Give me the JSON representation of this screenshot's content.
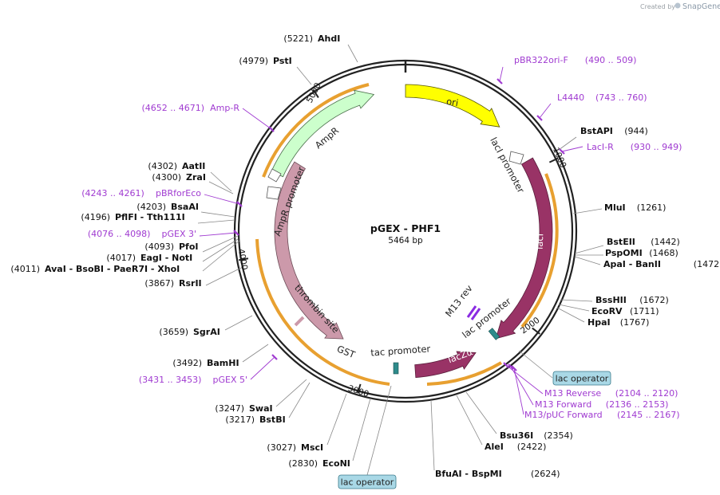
{
  "credit": {
    "prefix": "Created by",
    "brand": "SnapGene"
  },
  "plasmid": {
    "name": "pGEX - PHF1",
    "length_label": "5464 bp",
    "length": 5464
  },
  "ticks": [
    {
      "label": "1000",
      "pos": 1000
    },
    {
      "label": "2000",
      "pos": 2000
    },
    {
      "label": "3000",
      "pos": 3000
    },
    {
      "label": "4000",
      "pos": 4000
    },
    {
      "label": "5000",
      "pos": 5000
    }
  ],
  "features": [
    {
      "name": "ori",
      "type": "arrow",
      "color": "#ffff00",
      "stroke": "#555500",
      "text_color": "#222"
    },
    {
      "name": "AmpR",
      "type": "arrow",
      "color": "#ccffcc",
      "stroke": "#4a6e4a",
      "text_color": "#222"
    },
    {
      "name": "AmpR promoter",
      "type": "promoter",
      "color": "#ffffff",
      "stroke": "#555555",
      "text_color": "#222"
    },
    {
      "name": "lacI promoter",
      "type": "promoter",
      "color": "#ffffff",
      "stroke": "#555555",
      "text_color": "#222"
    },
    {
      "name": "lacI",
      "type": "arrow",
      "color": "#993366",
      "stroke": "#5a1e3c",
      "text_color": "#ffffff"
    },
    {
      "name": "M13 rev",
      "type": "small",
      "color": "#8a2be2",
      "text_color": "#222"
    },
    {
      "name": "lac promoter",
      "type": "promoter",
      "color": "#2e8b8b",
      "text_color": "#222"
    },
    {
      "name": "lacZα",
      "type": "arrow",
      "color": "#993366",
      "stroke": "#5a1e3c",
      "text_color": "#ffffff"
    },
    {
      "name": "tac promoter",
      "type": "promoter",
      "color": "#2e8b8b",
      "text_color": "#222"
    },
    {
      "name": "GST",
      "type": "arrow",
      "color": "#cc99aa",
      "stroke": "#6a4a55",
      "text_color": "#222"
    },
    {
      "name": "thrombin site",
      "type": "small",
      "color": "#cc99aa",
      "text_color": "#222"
    }
  ],
  "sites": [
    {
      "pos": "(5221)",
      "name": "AhdI"
    },
    {
      "pos": "(4979)",
      "name": "PstI"
    },
    {
      "name": "BstAPI",
      "pos": "(944)"
    },
    {
      "name": "MluI",
      "pos": "(1261)"
    },
    {
      "name": "BstEII",
      "pos": "(1442)"
    },
    {
      "name": "PspOMI",
      "pos": "(1468)"
    },
    {
      "name": "ApaI  -  BanII",
      "pos": "(1472)"
    },
    {
      "name": "BssHII",
      "pos": "(1672)"
    },
    {
      "name": "EcoRV",
      "pos": "(1711)"
    },
    {
      "name": "HpaI",
      "pos": "(1767)"
    },
    {
      "name": "Bsu36I",
      "pos": "(2354)"
    },
    {
      "name": "AleI",
      "pos": "(2422)"
    },
    {
      "name": "BfuAI  -  BspMI",
      "pos": "(2624)"
    },
    {
      "pos": "(4302)",
      "name": "AatII"
    },
    {
      "pos": "(4300)",
      "name": "ZraI"
    },
    {
      "pos": "(4203)",
      "name": "BsaAI"
    },
    {
      "pos": "(4196)",
      "name": "PflFI  -  Tth111I"
    },
    {
      "pos": "(4093)",
      "name": "PfoI"
    },
    {
      "pos": "(4017)",
      "name": "EagI  -  NotI"
    },
    {
      "pos": "(4011)",
      "name": "AvaI  -  BsoBI  -  PaeR7I  -  XhoI"
    },
    {
      "pos": "(3867)",
      "name": "RsrII"
    },
    {
      "pos": "(3659)",
      "name": "SgrAI"
    },
    {
      "pos": "(3492)",
      "name": "BamHI"
    },
    {
      "pos": "(3247)",
      "name": "SwaI"
    },
    {
      "pos": "(3217)",
      "name": "BstBI"
    },
    {
      "pos": "(3027)",
      "name": "MscI"
    },
    {
      "pos": "(2830)",
      "name": "EcoNI"
    }
  ],
  "primers": [
    {
      "name": "pBR322ori-F",
      "range": "(490 .. 509)"
    },
    {
      "name": "L4440",
      "range": "(743 .. 760)"
    },
    {
      "name": "LacI-R",
      "range": "(930 .. 949)"
    },
    {
      "name": "M13 Reverse",
      "range": "(2104 .. 2120)"
    },
    {
      "name": "M13 Forward",
      "range": "(2136 .. 2153)"
    },
    {
      "name": "M13/pUC Forward",
      "range": "(2145 .. 2167)"
    },
    {
      "range": "(4652 .. 4671)",
      "name": "Amp-R"
    },
    {
      "range": "(4243 .. 4261)",
      "name": "pBRforEco"
    },
    {
      "range": "(4076 .. 4098)",
      "name": "pGEX 3'"
    },
    {
      "range": "(3431 .. 3453)",
      "name": "pGEX 5'"
    }
  ],
  "callouts": [
    {
      "name": "lac operator",
      "side": "right"
    },
    {
      "name": "lac operator",
      "side": "bottom"
    }
  ],
  "colors": {
    "backbone": "#222222",
    "primer": "#a03bd1",
    "orf_fill": "#e8a030",
    "callout_fill": "#a9d8e6",
    "callout_stroke": "#3a7a8a"
  }
}
